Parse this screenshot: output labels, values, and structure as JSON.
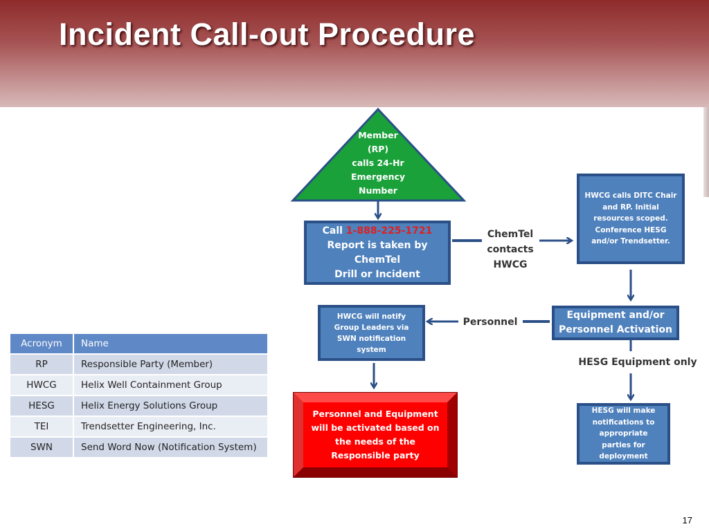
{
  "title": "Incident Call-out Procedure",
  "page_number": "17",
  "colors": {
    "header": "#8e2b2b",
    "box_blue": "#4f81bd",
    "box_border": "#2b4f87",
    "triangle_green": "#1aa13a",
    "alert_red": "#ff0000",
    "phone_red": "#e02020",
    "arrow": "#2b4f87"
  },
  "table": {
    "headers": [
      "Acronym",
      "Name"
    ],
    "rows": [
      [
        "RP",
        "Responsible Party (Member)"
      ],
      [
        "HWCG",
        "Helix Well Containment Group"
      ],
      [
        "HESG",
        "Helix Energy Solutions Group"
      ],
      [
        "TEI",
        "Trendsetter Engineering, Inc."
      ],
      [
        "SWN",
        "Send Word Now (Notification System)"
      ]
    ]
  },
  "flow": {
    "start": {
      "lines": [
        "Member",
        "(RP)",
        "calls 24-Hr",
        "Emergency",
        "Number"
      ]
    },
    "call": {
      "prefix": "Call ",
      "phone": "1-888-225-1721",
      "lines": [
        "Report is taken by",
        "ChemTel",
        "Drill or Incident"
      ]
    },
    "chemtel_label": [
      "ChemTel",
      "contacts",
      "HWCG"
    ],
    "hwcg_calls": [
      "HWCG calls  DITC Chair",
      "and RP.  Initial",
      "resources scoped.",
      "Conference  HESG",
      "and/or Trendsetter."
    ],
    "activation": [
      "Equipment and/or",
      "Personnel Activation"
    ],
    "personnel_label": "Personnel",
    "notify": [
      "HWCG will notify",
      "Group Leaders via",
      "SWN notification",
      "system"
    ],
    "equipment_only_label": "HESG Equipment only",
    "hesg_notify": [
      "HESG will make",
      "notifications to",
      "appropriate",
      "parties for",
      "deployment"
    ],
    "final": [
      "Personnel and Equipment",
      "will be activated based on",
      "the needs of the",
      "Responsible party"
    ]
  }
}
